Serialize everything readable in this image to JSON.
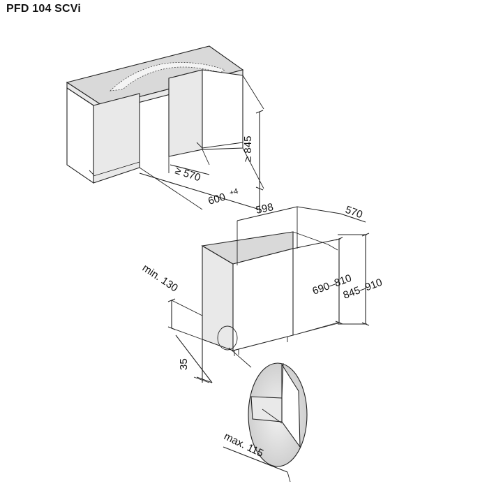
{
  "title": "PFD 104 SCVi",
  "dimensions": {
    "niche_height": "≥ 845",
    "niche_depth": "≥ 570",
    "niche_width": "600",
    "niche_width_tolerance": "+4",
    "appliance_width": "598",
    "appliance_depth": "570",
    "appliance_height_range_a": "690–810",
    "appliance_height_range_b": "845–910",
    "plinth_min": "min. 130",
    "plinth_offset": "35",
    "detail_max": "max. 115"
  }
}
